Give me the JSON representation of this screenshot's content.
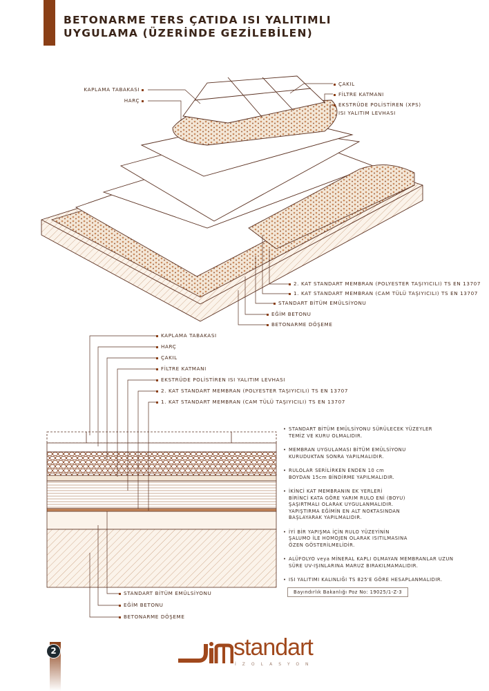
{
  "title": {
    "line1": "BETONARME TERS ÇATIDA ISI YALITIMLI",
    "line2": "UYGULAMA (ÜZERİNDE GEZİLEBİLEN)"
  },
  "iso_labels": {
    "kaplama": "KAPLAMA TABAKASI",
    "harc": "HARÇ",
    "cakil": "ÇAKIL",
    "filtre": "FİLTRE KATMANI",
    "xps1": "EKSTRÜDE POLİSTİREN (XPS)",
    "xps2": "ISI YALITIM LEVHASI",
    "kat2": "2. KAT STANDART MEMBRAN (POLYESTER TAŞIYICILI) TS EN 13707",
    "kat1": "1. KAT STANDART MEMBRAN (CAM TÜLÜ TAŞIYICILI) TS EN 13707",
    "bitum": "STANDART BİTÜM EMÜLSİYONU",
    "egim": "EĞİM BETONU",
    "betonarme": "BETONARME DÖŞEME"
  },
  "section_labels": [
    "KAPLAMA TABAKASI",
    "HARÇ",
    "ÇAKIL",
    "FİLTRE KATMANI",
    "EKSTRÜDE POLİSTİREN ISI YALITIM LEVHASI",
    "2. KAT STANDART MEMBRAN (POLYESTER TAŞIYICILI) TS EN 13707",
    "1. KAT STANDART MEMBRAN (CAM TÜLÜ TAŞIYICILI) TS EN 13707"
  ],
  "bottom_labels": [
    "STANDART BİTÜM EMÜLSİYONU",
    "EĞİM BETONU",
    "BETONARME DÖŞEME"
  ],
  "notes": [
    [
      "STANDART BİTÜM EMÜLSİYONU SÜRÜLECEK YÜZEYLER",
      "TEMİZ VE KURU OLMALIDIR."
    ],
    [
      "MEMBRAN UYGULAMASI BİTÜM EMÜLSİYONU",
      "KURUDUKTAN SONRA YAPILMALIDIR."
    ],
    [
      "RULOLAR SERİLİRKEN ENDEN 10 cm",
      "BOYDAN 15cm BİNDİRME YAPILMALIDIR."
    ],
    [
      "İKİNCİ KAT MEMBRANIN EK YERLERİ",
      "BİRİNCİ KATA GÖRE YARIM RULO ENİ (BOYU)",
      "ŞAŞIRTMALI OLARAK UYGULANMALIDIR.",
      "YAPIŞTIRMA EĞİMİN EN ALT NOKTASINDAN",
      "BAŞLAYARAK YAPILMALIDIR."
    ],
    [
      "İYİ BİR YAPIŞMA İÇİN RULO YÜZEYİNİN",
      "ŞALUMO İLE HOMOJEN OLARAK ISITILMASINA",
      "ÖZEN GÖSTERİLMELİDİR."
    ],
    [
      "ALÜFOLYO veya MİNERAL KAPLI OLMAYAN MEMBRANLAR UZUN",
      "SÜRE UV-IŞINLARINA MARUZ BIRAKILMAMALIDIR."
    ],
    [
      "ISI YALITIMI KALINLIĞI TS 825'E GÖRE HESAPLANMALIDIR."
    ]
  ],
  "reference": "Bayındırlık Bakanlığı Poz No: 19025/1-Z-3",
  "page_number": "2",
  "brand": {
    "name": "standart",
    "sub": "İZOLASYON",
    "color": "#a0481c"
  }
}
